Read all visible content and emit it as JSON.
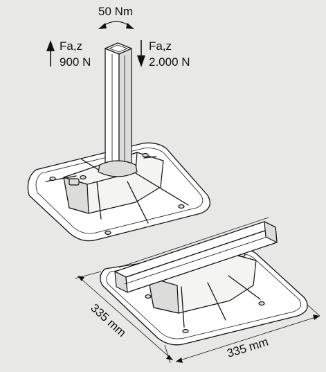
{
  "labels": {
    "moment": "50 Nm",
    "force_up_name": "Fa,z",
    "force_up_value": "900 N",
    "force_down_name": "Fa,z",
    "force_down_value": "2.000 N",
    "dim_depth": "335 mm",
    "dim_width": "335 mm"
  }
}
